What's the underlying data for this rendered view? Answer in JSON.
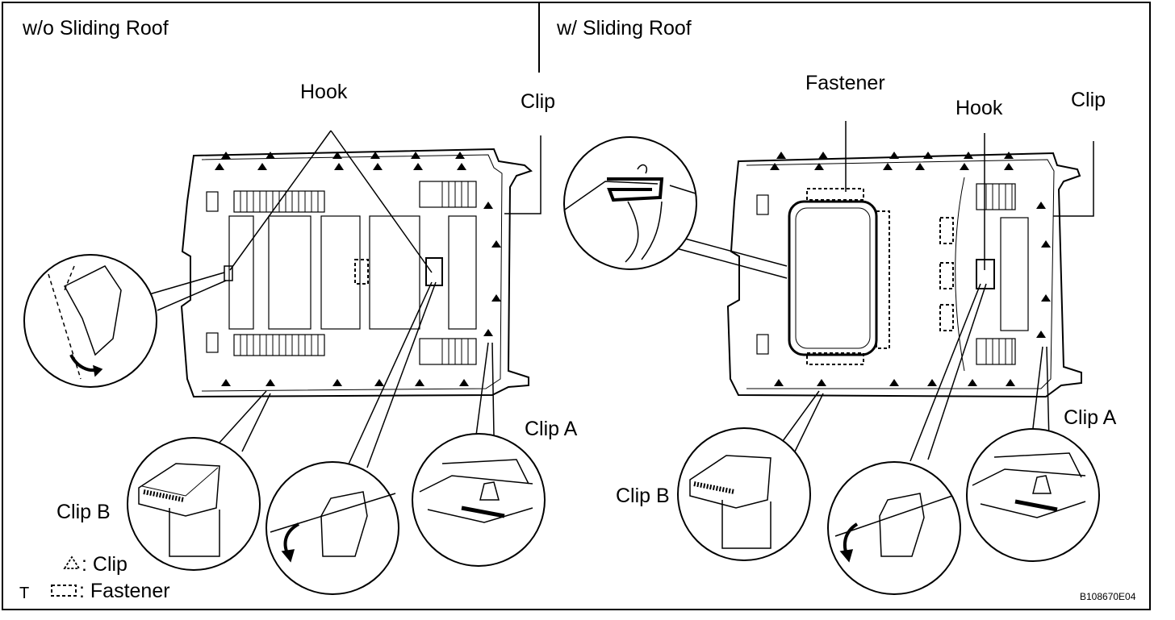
{
  "left_panel": {
    "title": "w/o Sliding Roof",
    "callouts": {
      "hook": "Hook",
      "clip": "Clip",
      "clip_a": "Clip A",
      "clip_b": "Clip B"
    }
  },
  "right_panel": {
    "title": "w/ Sliding Roof",
    "callouts": {
      "fastener": "Fastener",
      "hook": "Hook",
      "clip": "Clip",
      "clip_a": "Clip A",
      "clip_b": "Clip B"
    }
  },
  "legend": {
    "clip_symbol": "△",
    "clip_text": ": Clip",
    "fastener_symbol": "[]",
    "fastener_text": ": Fastener",
    "marker": "T"
  },
  "figure_code": "B108670E04"
}
